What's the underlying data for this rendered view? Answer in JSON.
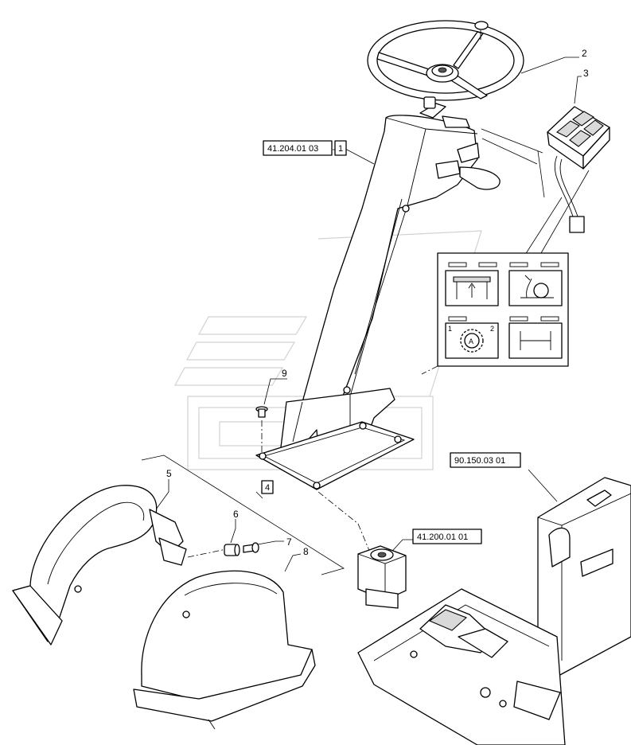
{
  "callouts": {
    "c1": "1",
    "c2": "2",
    "c3": "3",
    "c4": "4",
    "c5": "5",
    "c6": "6",
    "c7": "7",
    "c8": "8",
    "c9": "9"
  },
  "references": {
    "steering_column": "41.204.01 03",
    "steering_unit": "41.200.01 01",
    "platform": "90.150.03 01"
  },
  "switch_panel": {
    "gear_symbol_letter": "A",
    "gear_left_index": "1",
    "gear_right_index": "2"
  },
  "icons": {
    "boom_lift": "boom-lift-icon",
    "slow_speed": "snail-icon",
    "auto_gear": "gear-a-icon",
    "axle": "axle-icon"
  }
}
